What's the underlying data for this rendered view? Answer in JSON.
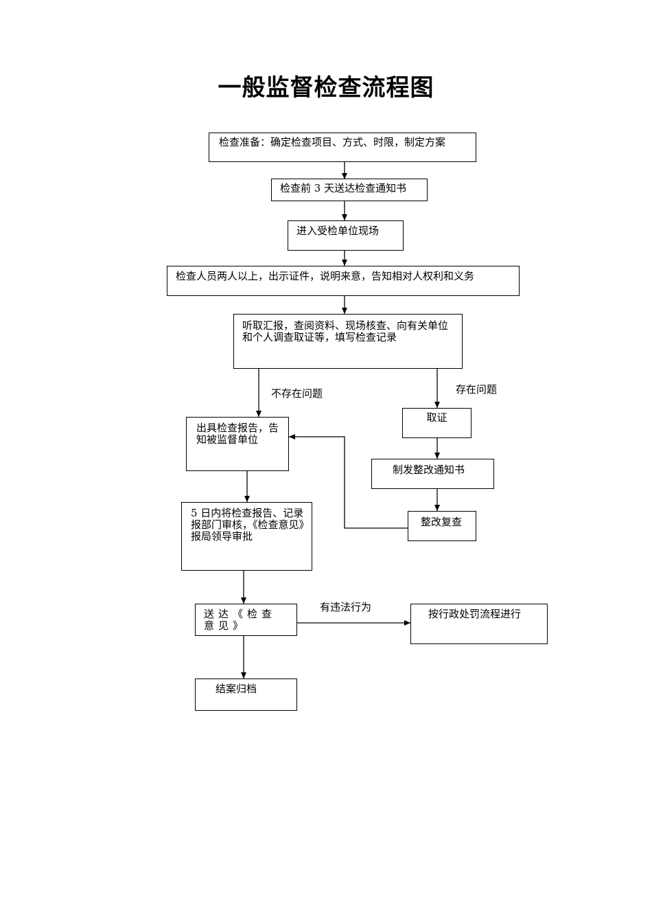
{
  "title": "一般监督检查流程图",
  "steps": {
    "prepare": "检查准备：确定检查项目、方式、时限，制定方案",
    "notice": "检查前 3 天送达检查通知书",
    "enter_site": "进入受检单位现场",
    "inspectors": "检查人员两人以上，出示证件，说明来意，告知相对人权利和义务",
    "investigate": "听取汇报，查阅资料、现场核查、向有关单位和个人调查取证等，填写检查记录",
    "report": "出具检查报告，告知被监督单位",
    "approval": "5 日内将检查报告、记录报部门审核，《检查意见》报局领导审批",
    "deliver": "送达《检查意见》",
    "archive": "结案归档",
    "evidence": "取证",
    "rectify_notice": "制发整改通知书",
    "recheck": "整改复查",
    "penalty": "按行政处罚流程进行"
  },
  "labels": {
    "no_problem": "不存在问题",
    "has_problem": "存在问题",
    "violation": "有违法行为"
  }
}
